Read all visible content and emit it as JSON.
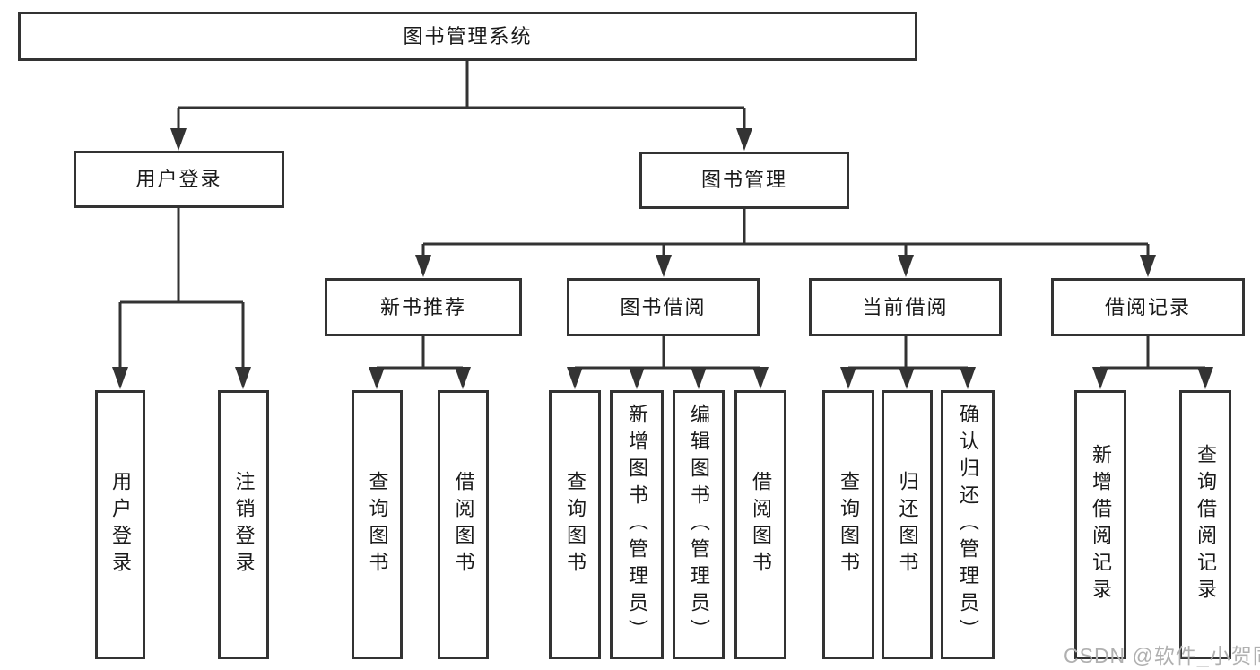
{
  "tree": {
    "label": "图书管理系统",
    "children": [
      {
        "label": "用户登录",
        "children": [
          {
            "label": "用户登录"
          },
          {
            "label": "注销登录"
          }
        ]
      },
      {
        "label": "图书管理",
        "children": [
          {
            "label": "新书推荐",
            "children": [
              {
                "label": "查询图书"
              },
              {
                "label": "借阅图书"
              }
            ]
          },
          {
            "label": "图书借阅",
            "children": [
              {
                "label": "查询图书"
              },
              {
                "label": "新增图书（管理员）"
              },
              {
                "label": "编辑图书（管理员）"
              },
              {
                "label": "借阅图书"
              }
            ]
          },
          {
            "label": "当前借阅",
            "children": [
              {
                "label": "查询图书"
              },
              {
                "label": "归还图书"
              },
              {
                "label": "确认归还（管理员）"
              }
            ]
          },
          {
            "label": "借阅记录",
            "children": [
              {
                "label": "新增借阅记录"
              },
              {
                "label": "查询借阅记录"
              }
            ]
          }
        ]
      }
    ]
  },
  "watermark": "CSDN @软件_小贺同学",
  "colors": {
    "line": "#333333",
    "box_border": "#333333",
    "text": "#1a1a1a",
    "watermark": "#b0b0b0",
    "background": "#ffffff"
  }
}
